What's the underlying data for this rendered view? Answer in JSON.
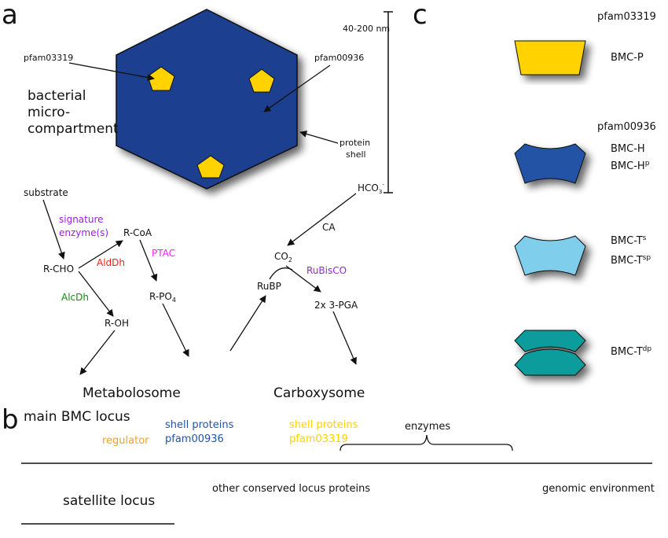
{
  "panel_a": {
    "letter": "a",
    "scale_bar": "40-200 nm",
    "pfam03319": "pfam03319",
    "pfam00936": "pfam00936",
    "bmc_label": [
      "bacterial",
      "micro-",
      "compartment"
    ],
    "protein_shell": [
      "protein",
      "shell"
    ],
    "metabolosome": {
      "title": "Metabolosome",
      "substrate": "substrate",
      "signature": [
        "signature",
        "enzyme(s)"
      ],
      "rcoa": "R-CoA",
      "rcho": "R-CHO",
      "aldh": "AldDh",
      "ptac": "PTAC",
      "alcdh": "AlcDh",
      "rpo4": "R-PO",
      "rpo4_sub": "4",
      "roh": "R-OH"
    },
    "carboxysome": {
      "title": "Carboxysome",
      "hco3": "HCO",
      "hco3_sub": "3",
      "hco3_sup": "-",
      "ca": "CA",
      "co2": "CO",
      "co2_sub": "2",
      "rubisco": "RuBisCO",
      "rubp": "RuBP",
      "pga": "2x 3-PGA"
    }
  },
  "panel_b": {
    "letter": "b",
    "main_locus": "main BMC locus",
    "regulator": "regulator",
    "shell_936": [
      "shell proteins",
      "pfam00936"
    ],
    "shell_3319": [
      "shell proteins",
      "pfam03319"
    ],
    "enzymes": "enzymes",
    "other": "other conserved locus proteins",
    "genomic": "genomic environment",
    "satellite": "satellite locus"
  },
  "panel_c": {
    "letter": "c",
    "pfam03319": "pfam03319",
    "bmc_p": "BMC-P",
    "pfam00936": "pfam00936",
    "bmc_h": "BMC-H",
    "bmc_hp": "BMC-H",
    "bmc_hp_sup": "p",
    "bmc_ts": "BMC-T",
    "bmc_ts_sup": "s",
    "bmc_tsp": "BMC-T",
    "bmc_tsp_sup": "sp",
    "bmc_tdp": "BMC-T",
    "bmc_tdp_sup": "dp"
  },
  "colors": {
    "blue": "#2352a5",
    "yellow": "#ffd200",
    "orange": "#f7a21b",
    "black": "#000000",
    "purple": "#9b00e0",
    "red": "#ff0000",
    "magenta": "#ff00ff",
    "gray": "#5f5f5f",
    "lightblue": "#7fcfec",
    "teal": "#119c9c"
  }
}
